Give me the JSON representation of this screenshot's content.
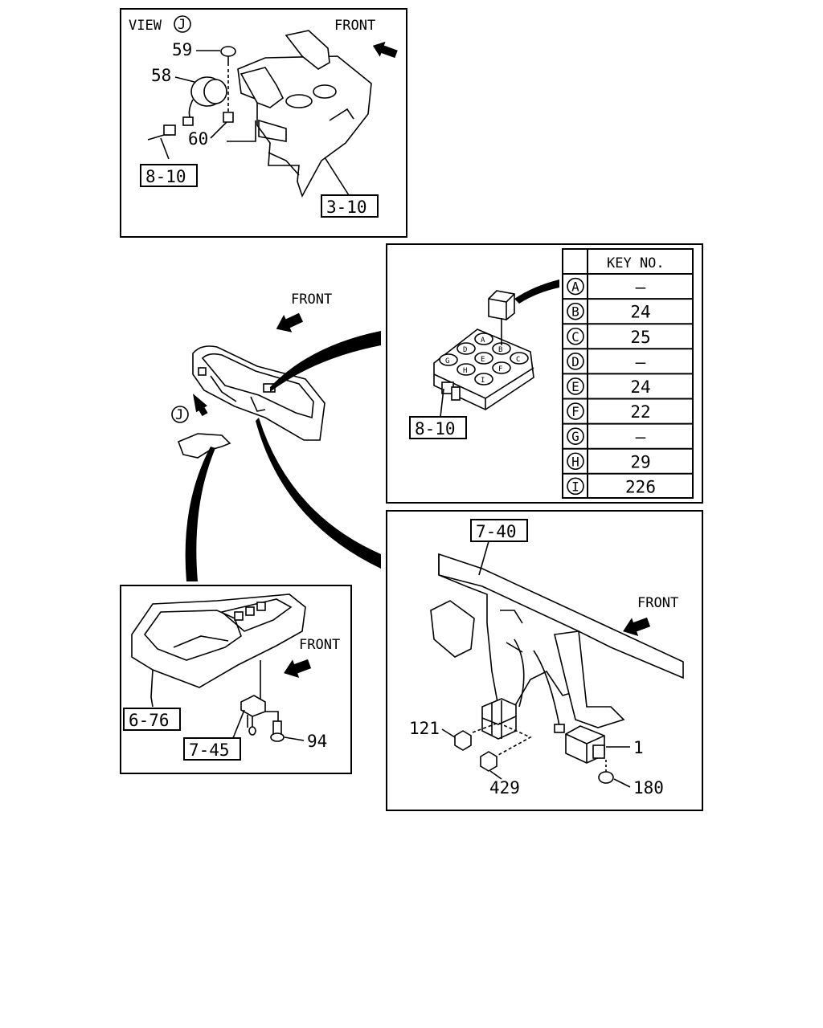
{
  "view_panel": {
    "view_label": "VIEW",
    "view_letter": "J",
    "front_label": "FRONT",
    "parts": [
      "59",
      "58",
      "60"
    ],
    "refs": [
      "8-10",
      "3-10"
    ]
  },
  "main_view": {
    "front_label": "FRONT",
    "view_marker": "J"
  },
  "relay_panel": {
    "ref": "8-10",
    "relay_letters": [
      "A",
      "B",
      "C",
      "D",
      "E",
      "F",
      "G",
      "H",
      "I"
    ],
    "key_table": {
      "header": "KEY NO.",
      "rows": [
        {
          "letter": "A",
          "value": "–"
        },
        {
          "letter": "B",
          "value": "24"
        },
        {
          "letter": "C",
          "value": "25"
        },
        {
          "letter": "D",
          "value": "–"
        },
        {
          "letter": "E",
          "value": "24"
        },
        {
          "letter": "F",
          "value": "22"
        },
        {
          "letter": "G",
          "value": "–"
        },
        {
          "letter": "H",
          "value": "29"
        },
        {
          "letter": "I",
          "value": "226"
        }
      ]
    }
  },
  "lower_left_panel": {
    "front_label": "FRONT",
    "refs": [
      "6-76",
      "7-45"
    ],
    "parts": [
      "94"
    ]
  },
  "lower_right_panel": {
    "front_label": "FRONT",
    "refs": [
      "7-40"
    ],
    "parts": [
      "121",
      "429",
      "1",
      "180"
    ]
  }
}
